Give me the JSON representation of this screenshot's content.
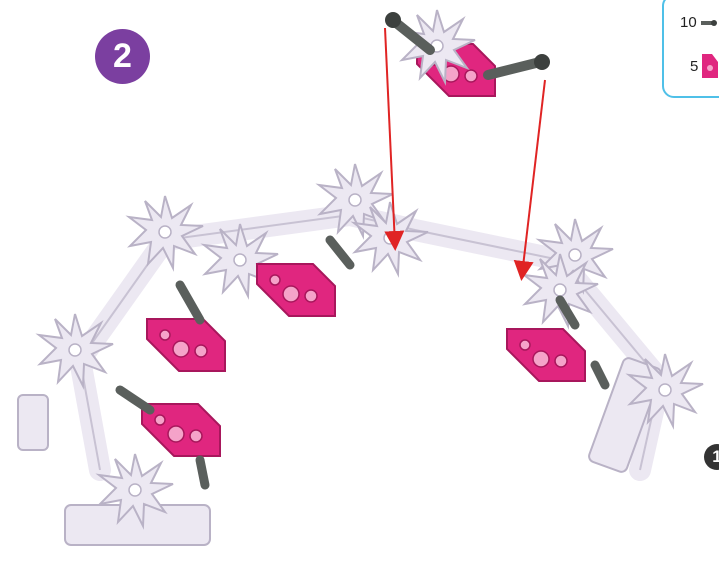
{
  "step": {
    "number": "2"
  },
  "parts_list": [
    {
      "quantity": "10",
      "icon": "gray-connector-icon"
    },
    {
      "quantity": "5",
      "icon": "pink-corner-piece-icon"
    }
  ],
  "sub_step": {
    "number": "1"
  },
  "colors": {
    "step_badge": "#7b3fa0",
    "parts_box_border": "#4fc0e8",
    "pink_piece": "#e0267f",
    "white_piece": "#ece8f2",
    "connector": "#5a5f5c",
    "arrow": "#e02424"
  }
}
